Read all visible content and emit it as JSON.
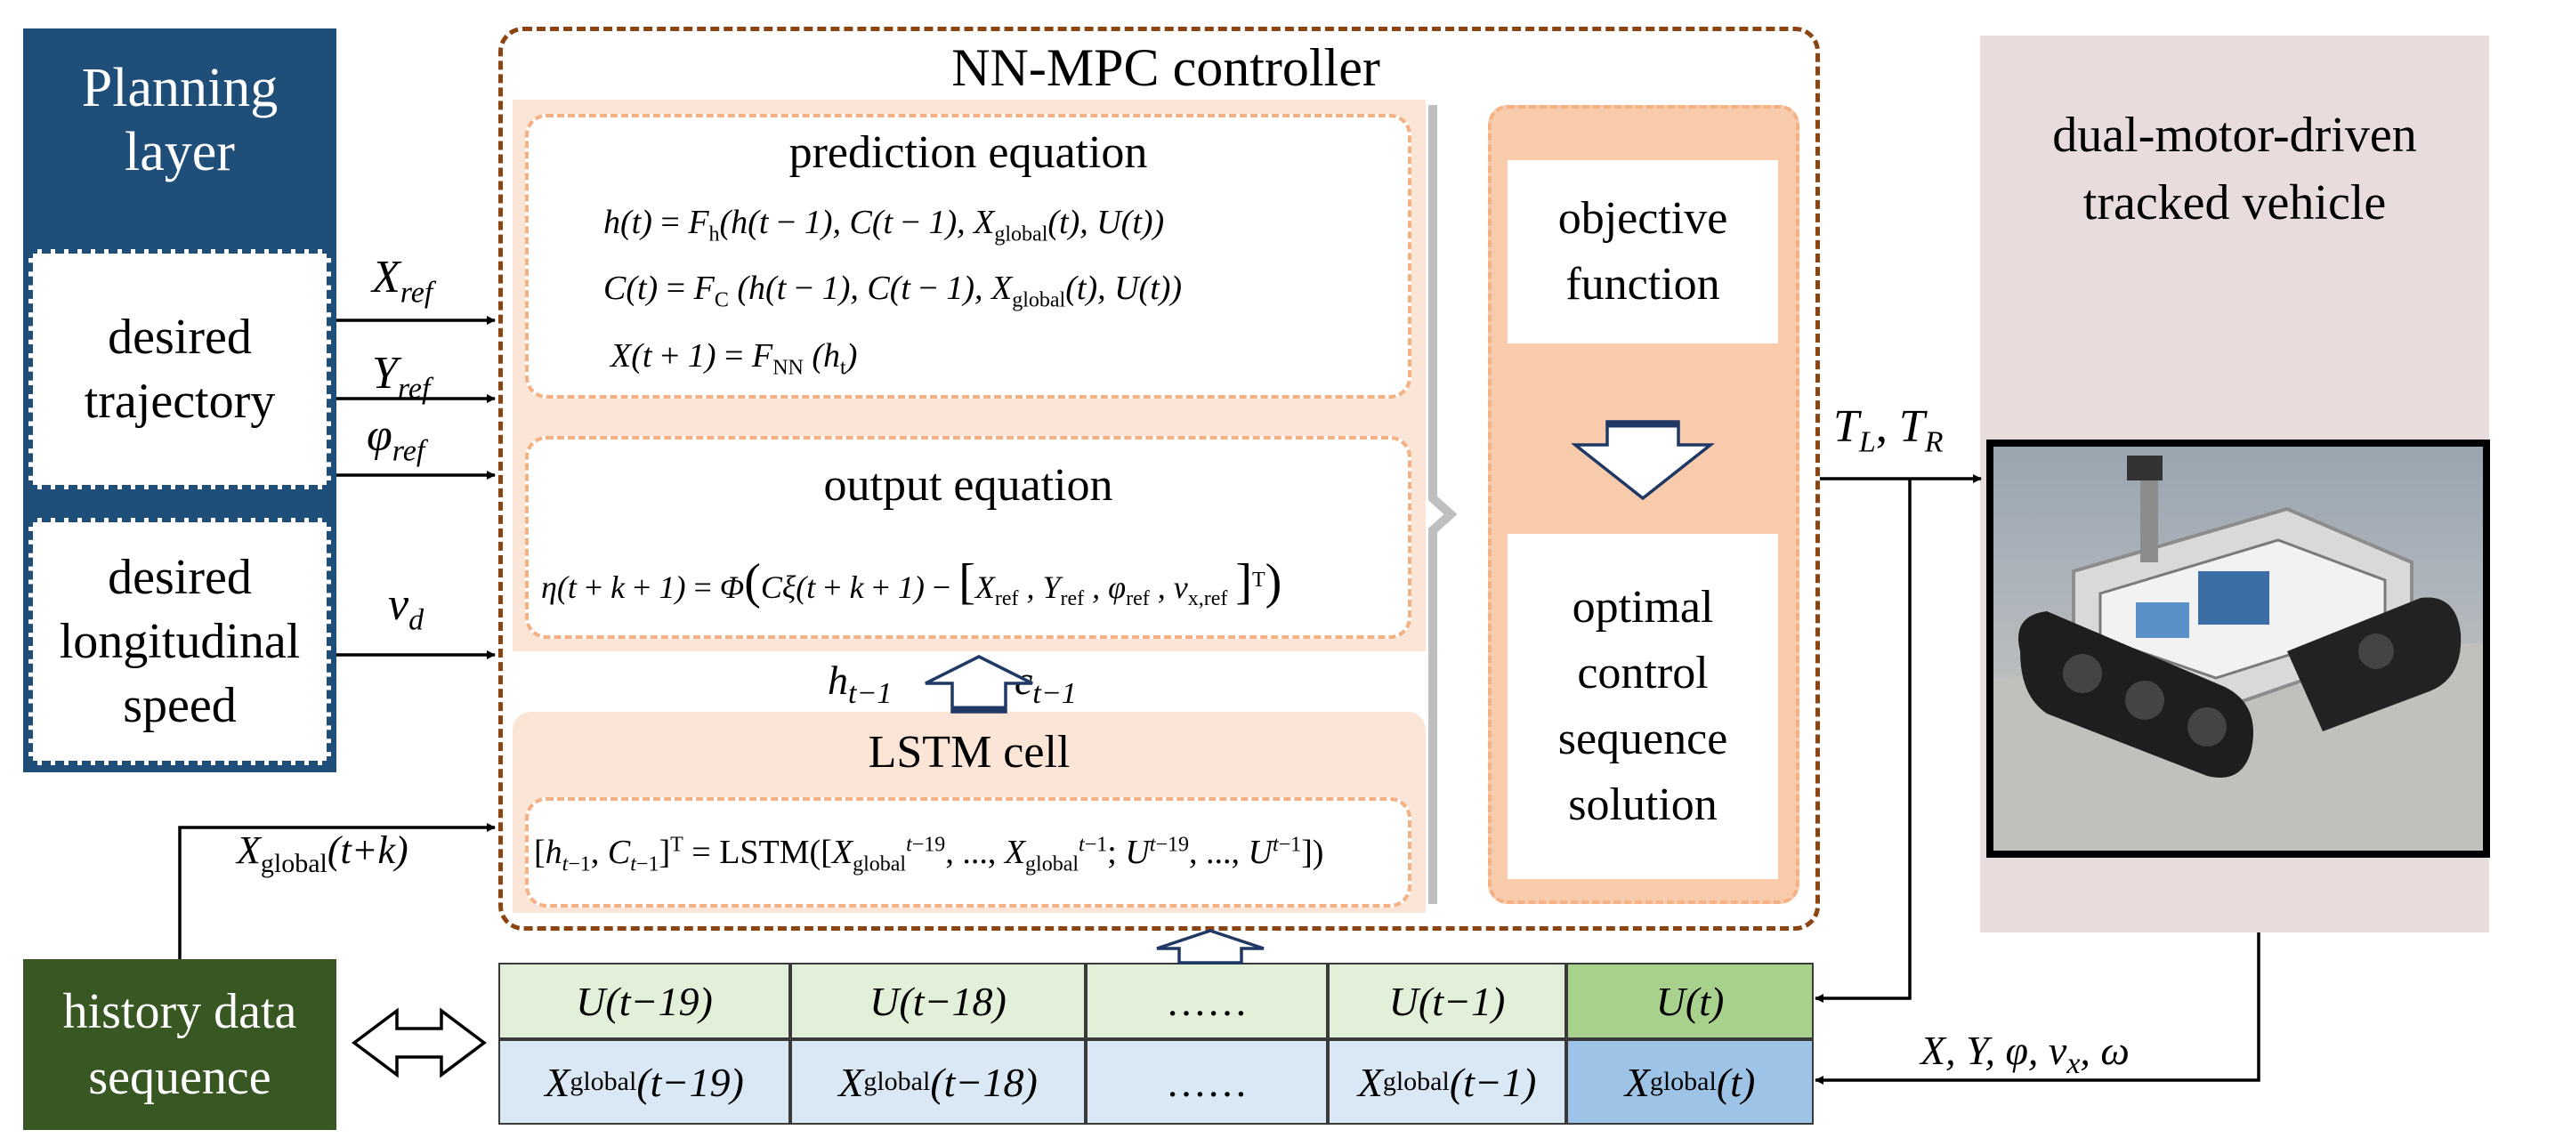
{
  "planning": {
    "title": "Planning layer",
    "desired_trajectory": "desired trajectory",
    "desired_speed": "desired longitudinal speed"
  },
  "controller": {
    "title": "NN-MPC controller",
    "prediction_title": "prediction equation",
    "output_title": "output equation",
    "lstm_title": "LSTM cell",
    "objective": "objective function",
    "optimal": "optimal control sequence solution"
  },
  "vehicle": {
    "title": "dual-motor-driven tracked vehicle"
  },
  "history": {
    "title": "history data sequence"
  },
  "table": {
    "u_cells": [
      "U(t−19)",
      "U(t−18)",
      "……",
      "U(t−1)",
      "U(t)"
    ],
    "x_args": [
      "(t−19)",
      "(t−18)",
      "……",
      "(t−1)",
      "(t)"
    ]
  },
  "labels": {
    "x_ref": "X",
    "y_ref": "Y",
    "phi_ref": "φ",
    "ref_sub": "ref",
    "v_d": "v",
    "v_sub": "d",
    "h_prev": "h",
    "c_prev": "c",
    "prev_sub": "t−1",
    "xglobal_k_arg": "(t+k)",
    "torques": "T",
    "tl_sub": "L",
    "tr_sub": "R",
    "feedback": "X, Y, φ, v",
    "feedback_sub": "x",
    "omega": ", ω",
    "global_sub": "global"
  },
  "colors": {
    "planning_blue": "#1f4e79",
    "controller_border": "#8b4513",
    "peach": "#fbe5d6",
    "orange": "#f8cbad",
    "vehicle_panel": "#e9dcdc",
    "history_green": "#385723",
    "u_row": "#e2f0d9",
    "x_row": "#dae8f5",
    "u_now": "#a9d18e",
    "x_now": "#9dc3e6"
  }
}
